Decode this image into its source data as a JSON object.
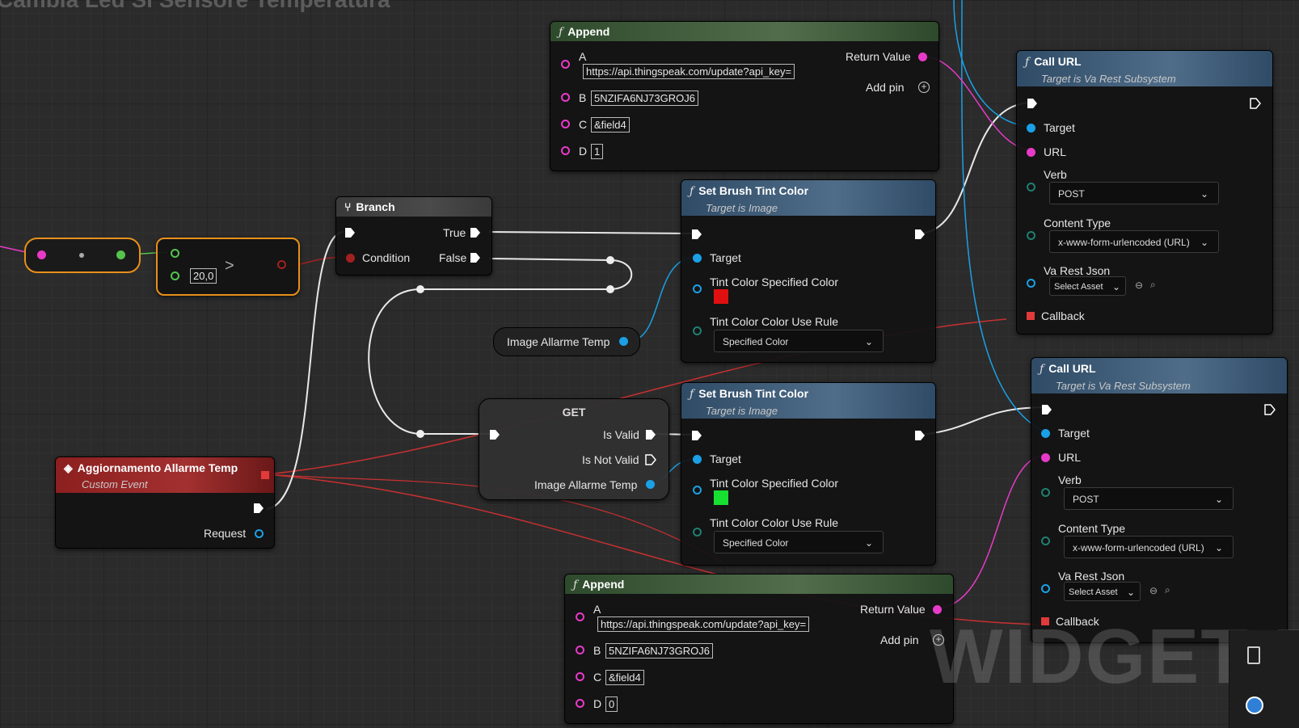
{
  "graph_title": "Cambia Led Si Sensore Temperatura",
  "watermark": "WIDGET B",
  "append_top": {
    "title": "Append",
    "pins": [
      "A",
      "B",
      "C",
      "D"
    ],
    "values": [
      "https://api.thingspeak.com/update?api_key=",
      "5NZIFA6NJ73GROJ6",
      "&field4",
      "1"
    ],
    "return_label": "Return Value",
    "add_pin_label": "Add pin"
  },
  "append_bottom": {
    "title": "Append",
    "pins": [
      "A",
      "B",
      "C",
      "D"
    ],
    "values": [
      "https://api.thingspeak.com/update?api_key=",
      "5NZIFA6NJ73GROJ6",
      "&field4",
      "0"
    ],
    "return_label": "Return Value",
    "add_pin_label": "Add pin"
  },
  "compare": {
    "value": "20,0",
    "op": ">"
  },
  "branch": {
    "title": "Branch",
    "true_label": "True",
    "false_label": "False",
    "condition_label": "Condition"
  },
  "image_var": {
    "label": "Image Allarme Temp"
  },
  "get_node": {
    "title": "GET",
    "valid_label": "Is Valid",
    "not_valid_label": "Is Not Valid",
    "var_label": "Image Allarme Temp"
  },
  "set_brush_top": {
    "title": "Set Brush Tint Color",
    "subtitle": "Target is Image",
    "target_label": "Target",
    "color_label": "Tint Color Specified Color",
    "color": "#e01010",
    "rule_label": "Tint Color Color Use Rule",
    "rule_value": "Specified Color"
  },
  "set_brush_bottom": {
    "title": "Set Brush Tint Color",
    "subtitle": "Target is Image",
    "target_label": "Target",
    "color_label": "Tint Color Specified Color",
    "color": "#18e030",
    "rule_label": "Tint Color Color Use Rule",
    "rule_value": "Specified Color"
  },
  "event": {
    "title": "Aggiornamento Allarme Temp",
    "subtitle": "Custom Event",
    "request_label": "Request"
  },
  "call_url_top": {
    "title": "Call URL",
    "subtitle": "Target is Va Rest Subsystem",
    "target_label": "Target",
    "url_label": "URL",
    "verb_label": "Verb",
    "verb_value": "POST",
    "content_type_label": "Content Type",
    "content_type_value": "x-www-form-urlencoded (URL)",
    "json_label": "Va Rest Json",
    "json_value": "Select Asset",
    "callback_label": "Callback"
  },
  "call_url_bottom": {
    "title": "Call URL",
    "subtitle": "Target is Va Rest Subsystem",
    "target_label": "Target",
    "url_label": "URL",
    "verb_label": "Verb",
    "verb_value": "POST",
    "content_type_label": "Content Type",
    "content_type_value": "x-www-form-urlencoded (URL)",
    "json_label": "Va Rest Json",
    "json_value": "Select Asset",
    "callback_label": "Callback"
  },
  "icons": [
    "function-icon",
    "branch-icon",
    "event-icon",
    "add-pin-icon",
    "chevron-down-icon",
    "browse-icon",
    "search-icon",
    "exec-pin-icon"
  ]
}
